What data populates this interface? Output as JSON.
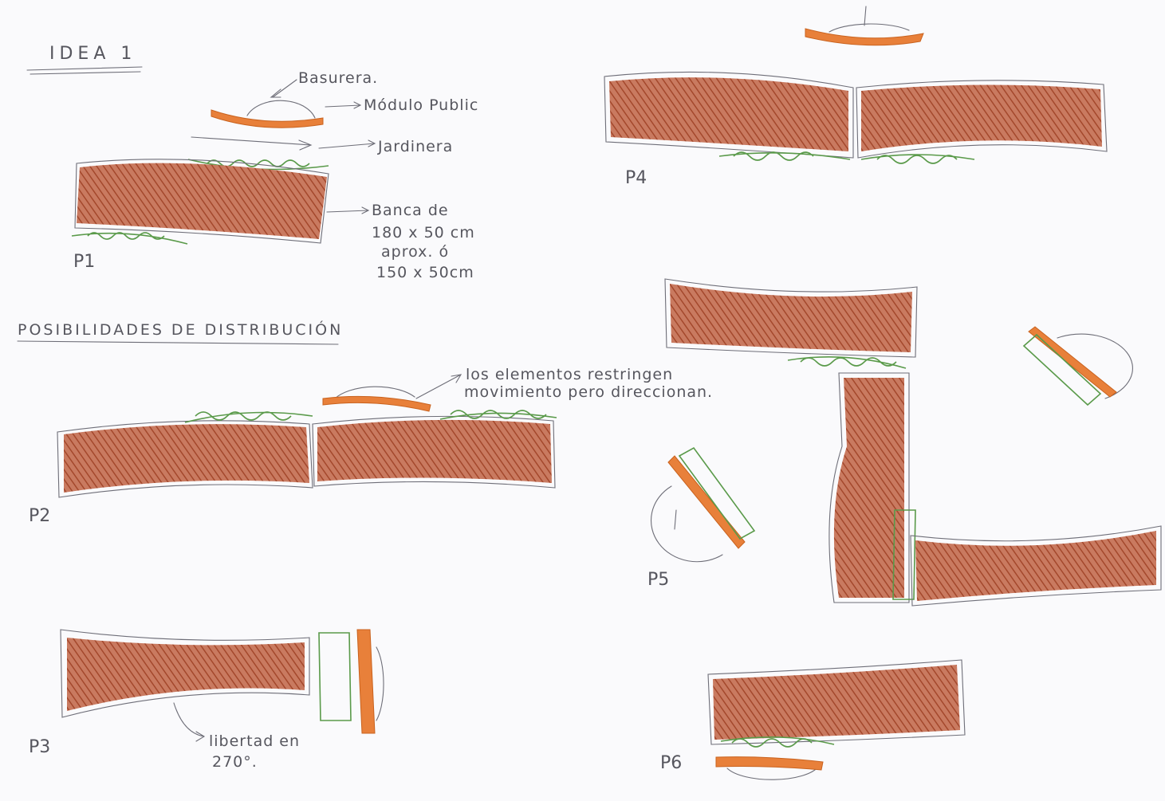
{
  "sheet": {
    "title": "IDEA 1",
    "subtitle": "POSIBILIDADES  DE  DISTRIBUCIÓN",
    "annotations": {
      "basurera": "Basurera.",
      "modulo": "Módulo Public",
      "jardinera": "Jardinera",
      "banca_1": "Banca de",
      "banca_2": "180 x 50 cm",
      "banca_3": "aprox. ó",
      "banca_4": "150 x 50cm",
      "restringen_1": "los elementos restringen",
      "restringen_2": "movimiento pero direccionan.",
      "libertad_1": "libertad en",
      "libertad_2": "270°."
    },
    "panels": [
      "P1",
      "P2",
      "P3",
      "P4",
      "P5",
      "P6"
    ]
  },
  "colors": {
    "bench": "#b5573a",
    "planter": "#5a9a4a",
    "trash": "#e8803a",
    "pencil": "#6e6e78"
  }
}
